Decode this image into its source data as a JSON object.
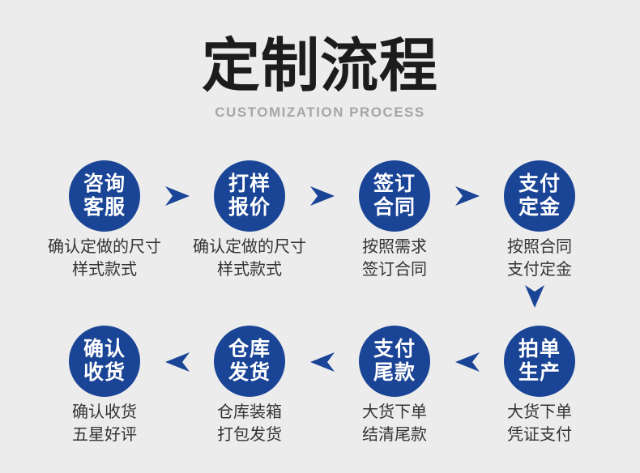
{
  "header": {
    "title": "定制流程",
    "subtitle": "CUSTOMIZATION PROCESS"
  },
  "colors": {
    "background": "#ececec",
    "circle_blue": "#1a4496",
    "arrow_blue": "#1a4496",
    "title_color": "#1c1c1c",
    "subtitle_gray": "#a6a6a6",
    "desc_gray": "#333333",
    "circle_text": "#ffffff"
  },
  "flow": {
    "row1": [
      {
        "id": "consult-service",
        "circle": [
          "咨询",
          "客服"
        ],
        "desc": [
          "确认定做的尺寸",
          "样式款式"
        ]
      },
      {
        "id": "sample-quote",
        "circle": [
          "打样",
          "报价"
        ],
        "desc": [
          "确认定做的尺寸",
          "样式款式"
        ]
      },
      {
        "id": "sign-contract",
        "circle": [
          "签订",
          "合同"
        ],
        "desc": [
          "按照需求",
          "签订合同"
        ]
      },
      {
        "id": "pay-deposit",
        "circle": [
          "支付",
          "定金"
        ],
        "desc": [
          "按照合同",
          "支付定金"
        ]
      }
    ],
    "row2": [
      {
        "id": "confirm-receipt",
        "circle": [
          "确认",
          "收货"
        ],
        "desc": [
          "确认收货",
          "五星好评"
        ]
      },
      {
        "id": "warehouse-ship",
        "circle": [
          "仓库",
          "发货"
        ],
        "desc": [
          "仓库装箱",
          "打包发货"
        ]
      },
      {
        "id": "pay-balance",
        "circle": [
          "支付",
          "尾款"
        ],
        "desc": [
          "大货下单",
          "结清尾款"
        ]
      },
      {
        "id": "order-production",
        "circle": [
          "拍单",
          "生产"
        ],
        "desc": [
          "大货下单",
          "凭证支付"
        ]
      }
    ]
  }
}
